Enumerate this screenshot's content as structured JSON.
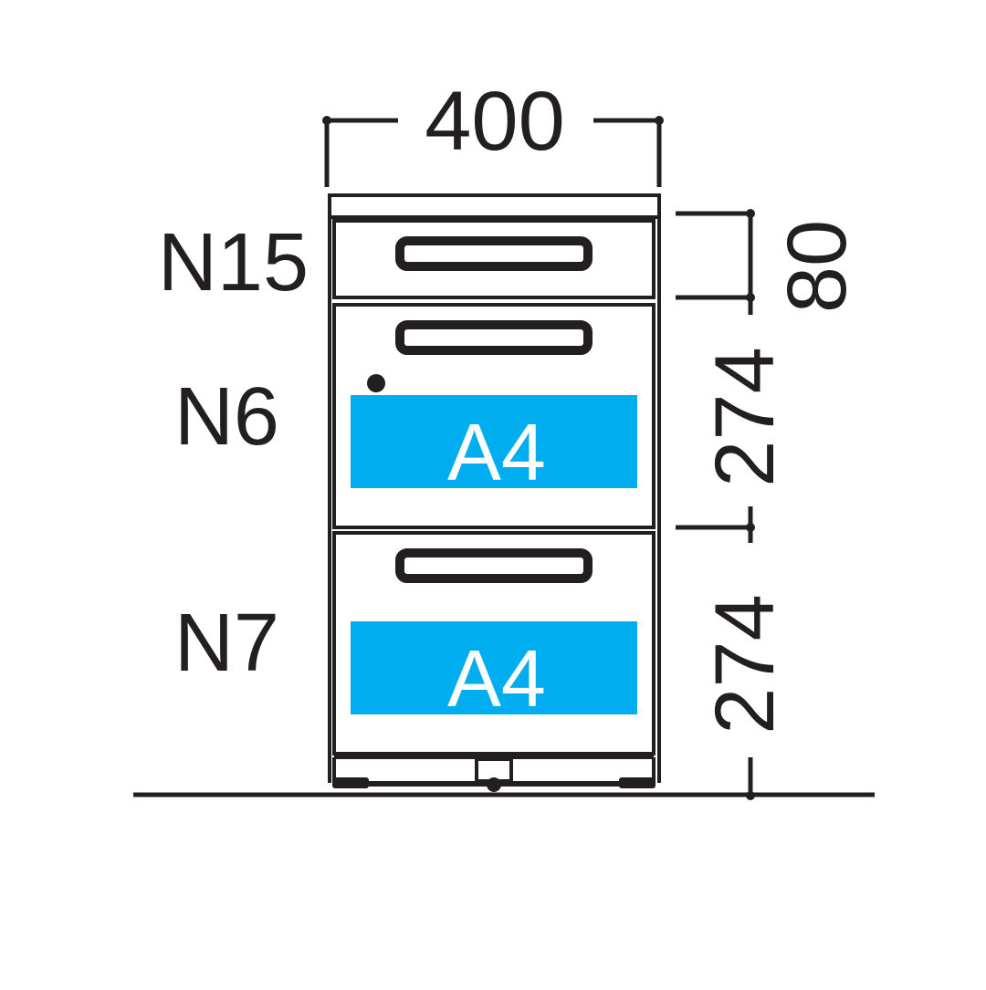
{
  "dimensions": {
    "width": "400",
    "top_drawer_height": "80",
    "middle_drawer_height": "274",
    "bottom_drawer_height": "274"
  },
  "drawers": [
    {
      "code": "N15",
      "label": ""
    },
    {
      "code": "N6",
      "label": "A4"
    },
    {
      "code": "N7",
      "label": "A4"
    }
  ],
  "colors": {
    "line": "#231f20",
    "a4_fill": "#00aeef",
    "a4_text": "#ffffff",
    "background": "#ffffff"
  }
}
